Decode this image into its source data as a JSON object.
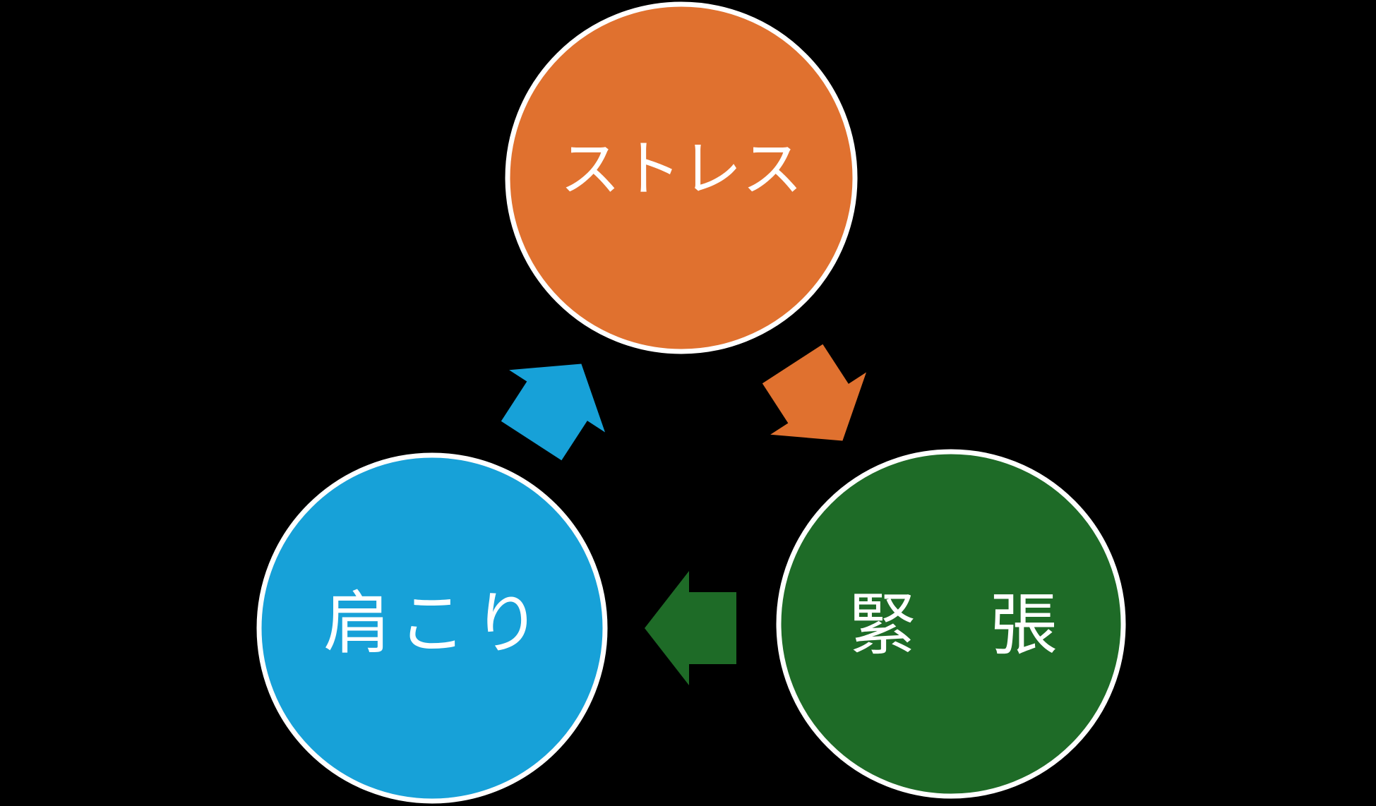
{
  "diagram": {
    "type": "cycle",
    "background_color": "#000000",
    "node_border_color": "#FFFFFF",
    "nodes": [
      {
        "id": "stress",
        "label": "ストレス",
        "color": "#E0712F",
        "text_color": "#FFFFFF",
        "position": "top"
      },
      {
        "id": "tension",
        "label": "緊　張",
        "color": "#1E6B27",
        "text_color": "#FFFFFF",
        "position": "bottom-right"
      },
      {
        "id": "katakori",
        "label": "肩こり",
        "color": "#17A1D8",
        "text_color": "#FFFFFF",
        "position": "bottom-left"
      }
    ],
    "arrows": [
      {
        "id": "stress-to-tension",
        "from": "stress",
        "to": "tension",
        "color": "#E0712F",
        "direction": "down-right"
      },
      {
        "id": "tension-to-katakori",
        "from": "tension",
        "to": "katakori",
        "color": "#1E6B27",
        "direction": "left"
      },
      {
        "id": "katakori-to-stress",
        "from": "katakori",
        "to": "stress",
        "color": "#17A1D8",
        "direction": "up-right"
      }
    ]
  }
}
